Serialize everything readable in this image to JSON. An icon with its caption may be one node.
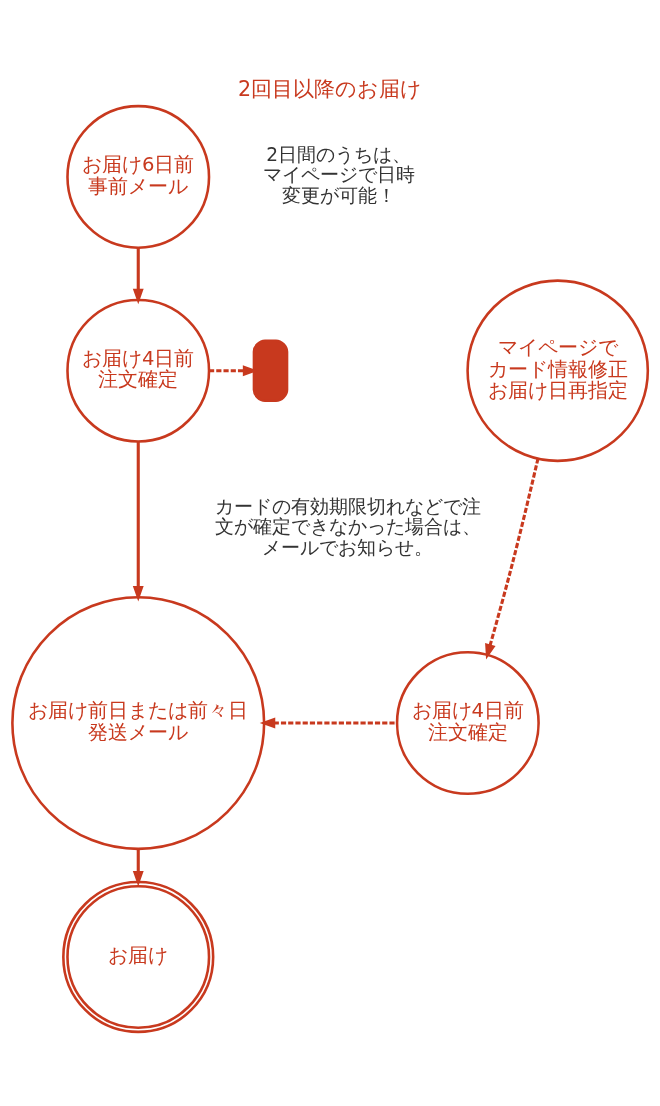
{
  "diagram": {
    "title": "2回目以降のお届け",
    "nodes": [
      {
        "text": [
          "お届け6日前",
          "事前メール"
        ]
      },
      {
        "text": [
          "お届け4日前",
          "注文確定"
        ]
      },
      {
        "text": [],
        "shape": "box"
      },
      {
        "text": [
          "マイページで",
          "カード情報修正",
          "お届け日再指定"
        ]
      },
      {
        "text": [
          "お届け前日または前々日",
          "発送メール"
        ]
      },
      {
        "text": [
          "お届け4日前",
          "注文確定"
        ]
      },
      {
        "text": [
          "お届け"
        ]
      }
    ],
    "edges": [
      {
        "from": 0,
        "to": 1,
        "arrow": "to"
      },
      {
        "from": 1,
        "to": 2,
        "arrow": "to",
        "style": "dashed"
      },
      {
        "from": 3,
        "to": 5,
        "arrow": "to",
        "style": "dashed"
      },
      {
        "from": 5,
        "to": 4,
        "arrow": "to",
        "style": "dashed"
      },
      {
        "from": 1,
        "to": 4,
        "arrow": "to"
      },
      {
        "from": 4,
        "to": 6,
        "arrow": "to"
      }
    ],
    "labels": [
      "2日間のうちは、マイページで日時変更が可能！",
      "カードの有効期限切れなどで注文が確定できなかった場合は、メールでお知らせ。"
    ]
  }
}
